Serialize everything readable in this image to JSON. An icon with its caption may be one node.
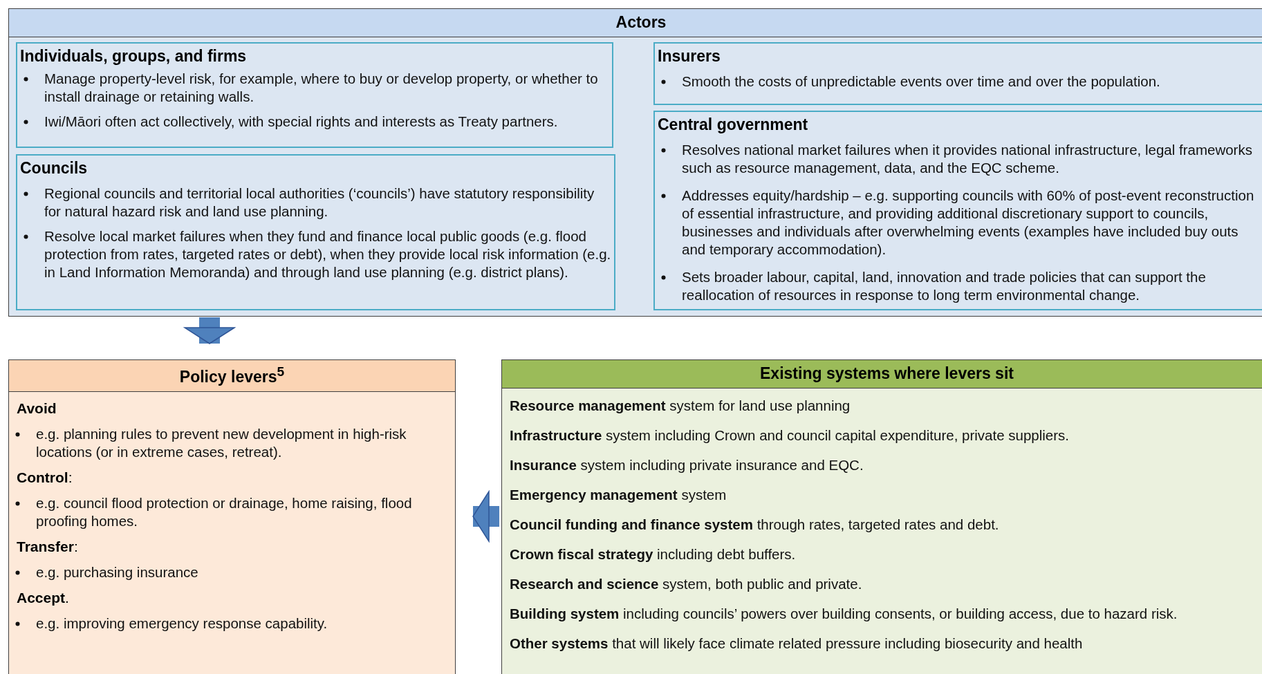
{
  "diagram": {
    "nodes": [
      {
        "text": [
          "Actors"
        ]
      },
      {
        "text": [
          "Individuals, groups, and firms",
          "Manage property-level risk, for example, where to buy or develop property, or whether to install drainage or retaining walls.",
          "Iwi/Māori often act collectively, with special rights and interests as Treaty partners."
        ],
        "in": 0
      },
      {
        "text": [
          "Councils",
          "Regional councils and territorial local authorities (‘councils’) have statutory responsibility for natural hazard risk and land use planning.",
          "Resolve local market failures when they fund and finance local public goods (e.g. flood protection from rates, targeted rates or debt), when they provide local risk information (e.g. in Land Information Memoranda) and through land use planning (e.g. district plans)."
        ],
        "in": 0
      },
      {
        "text": [
          "Insurers",
          "Smooth the costs of unpredictable events over time and over the population."
        ],
        "in": 0
      },
      {
        "text": [
          "Central government",
          "Resolves national market failures when it provides national infrastructure, legal frameworks such as resource management, data, and the EQC scheme.",
          "Addresses equity/hardship – e.g. supporting councils with 60% of post-event reconstruction of essential infrastructure, and providing additional discretionary support to councils, businesses and individuals after overwhelming events (examples have included buy outs and temporary accommodation).",
          "Sets broader labour, capital, land, innovation and trade policies that can support the reallocation of resources in response to long term environmental change."
        ],
        "in": 0
      },
      {
        "text": [
          "Policy levers$^{5}$",
          "Avoid",
          "e.g. planning rules to prevent new development in high-risk locations (or in extreme cases, retreat).",
          "**Control**:",
          "e.g. council flood protection or drainage, home raising, flood proofing homes.",
          "**Transfer**:",
          "e.g. purchasing insurance",
          "**Accept**.",
          "e.g. improving emergency response capability."
        ]
      },
      {
        "text": [
          "Existing systems where levers sit",
          "**Resource management** system for land use planning",
          "**Infrastructure** system including Crown and council capital expenditure, private suppliers.",
          "**Insurance** system including private insurance and EQC.",
          "**Emergency management** system",
          "**Council funding and finance system** through rates, targeted rates and debt.",
          "**Crown fiscal strategy** including debt buffers.",
          "**Research and science** system, both public and private.",
          "**Building system** including councils’ powers over building consents, or building access, due to hazard risk.",
          "**Other systems** that will likely face climate related pressure including biosecurity and health"
        ]
      }
    ],
    "edges": [
      {
        "from": 0,
        "to": 5,
        "arrow": "to"
      },
      {
        "from": 6,
        "to": 5,
        "arrow": "to"
      }
    ]
  }
}
